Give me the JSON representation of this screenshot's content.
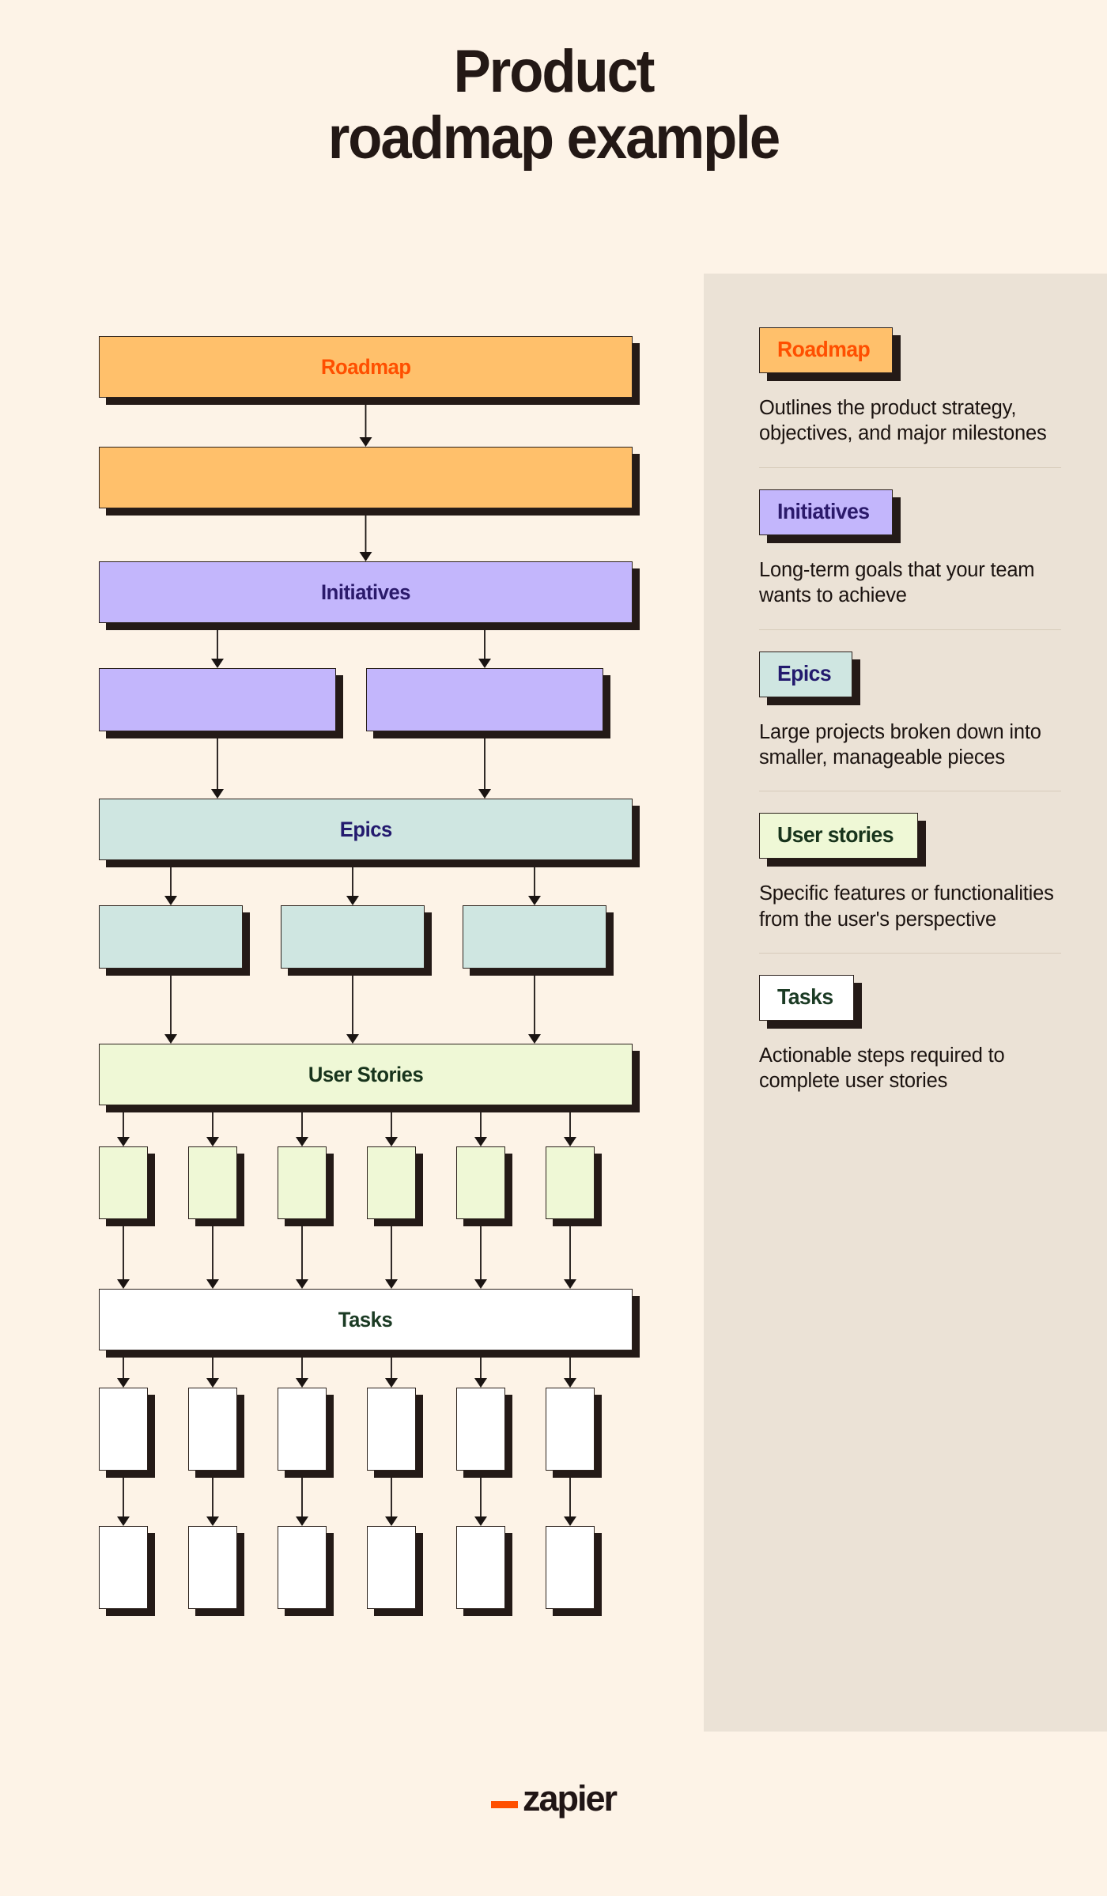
{
  "title": {
    "line1": "Product",
    "line2": "roadmap example"
  },
  "colors": {
    "background": "#FDF3E7",
    "sidebar_background": "#EBE2D6",
    "shadow": "#241A17",
    "border": "#2B211C",
    "roadmap_fill": "#FFC06B",
    "roadmap_text": "#FF4F00",
    "initiatives_fill": "#C3B6FC",
    "initiatives_text": "#2B1A6B",
    "epics_fill": "#CFE6E1",
    "epics_text": "#231A6E",
    "user_stories_fill": "#EFF8D6",
    "user_stories_text": "#18341C",
    "tasks_fill": "#FFFFFF",
    "tasks_text": "#1B3B24",
    "brand_orange": "#FF4F00",
    "heading_text": "#231815"
  },
  "flow": {
    "levels": [
      {
        "id": "roadmap",
        "label": "Roadmap",
        "theme": "orange",
        "children": 1
      },
      {
        "id": "initiatives",
        "label": "Initiatives",
        "theme": "purple",
        "children": 2
      },
      {
        "id": "epics",
        "label": "Epics",
        "theme": "mint",
        "children": 3
      },
      {
        "id": "user-stories",
        "label": "User Stories",
        "theme": "green",
        "children": 6
      },
      {
        "id": "tasks",
        "label": "Tasks",
        "theme": "white",
        "children": 6,
        "extra_row": 6
      }
    ]
  },
  "legend": {
    "items": [
      {
        "id": "roadmap",
        "label": "Roadmap",
        "theme": "orange",
        "description": "Outlines the product strategy, objectives, and major milestones"
      },
      {
        "id": "initiatives",
        "label": "Initiatives",
        "theme": "purple",
        "description": "Long-term goals that your team wants to achieve"
      },
      {
        "id": "epics",
        "label": "Epics",
        "theme": "mint",
        "description": "Large projects broken down into smaller, manageable pieces"
      },
      {
        "id": "user-stories",
        "label": "User stories",
        "theme": "green",
        "description": "Specific features or functionalities from the user's perspective"
      },
      {
        "id": "tasks",
        "label": "Tasks",
        "theme": "white",
        "description": "Actionable steps required to complete user stories"
      }
    ]
  },
  "footer": {
    "logo_word": "zapier",
    "logo_mark": "underscore-mark"
  }
}
